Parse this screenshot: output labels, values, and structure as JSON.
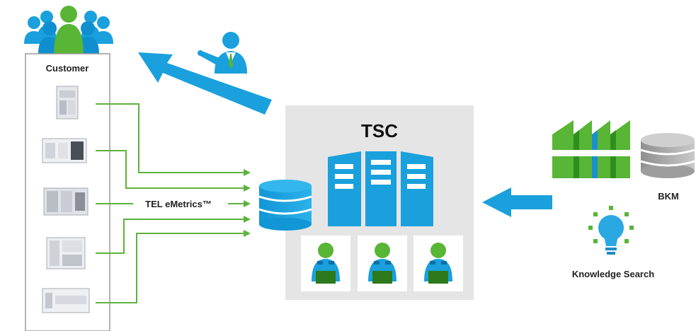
{
  "labels": {
    "customer": "Customer",
    "telemetrics": "TEL eMetrics™",
    "tsc": "TSC",
    "bkm": "BKM",
    "knowledge_search": "Knowledge Search"
  },
  "icons": {
    "customer_group": "customer-group-icon",
    "service_person": "service-person-icon",
    "database": "database-icon",
    "server": "server-icon",
    "engineer": "engineer-icon",
    "factory": "factory-icon",
    "bkm_database": "bkm-database-icon",
    "lightbulb": "lightbulb-icon",
    "tool": "semiconductor-tool-icon"
  },
  "colors": {
    "blue": "#1aa0dc",
    "dark_blue": "#0b6fa8",
    "green": "#58b536",
    "dark_green": "#3e9524",
    "gray_panel": "#e5e5e5",
    "line_green": "#5db33c"
  }
}
